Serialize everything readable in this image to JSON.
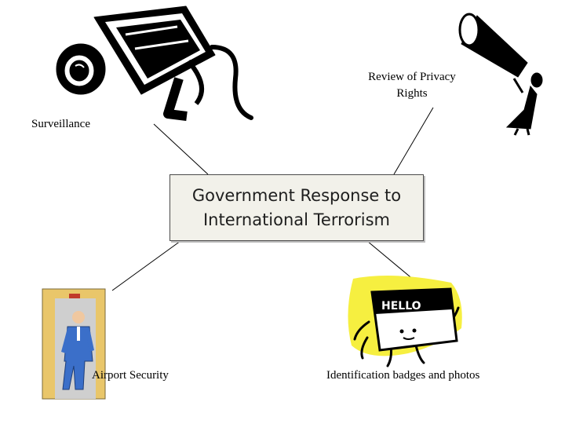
{
  "center": {
    "line1": "Government Response to",
    "line2": "International Terrorism"
  },
  "nodes": {
    "surveillance": "Surveillance",
    "privacy_line1": "Review of Privacy",
    "privacy_line2": "Rights",
    "airport": "Airport Security",
    "id_badges": "Identification badges and photos"
  },
  "badge_text": "HELLO",
  "icons": [
    "security-camera-icon",
    "megaphone-person-icon",
    "metal-detector-person-icon",
    "hello-badge-character-icon"
  ]
}
